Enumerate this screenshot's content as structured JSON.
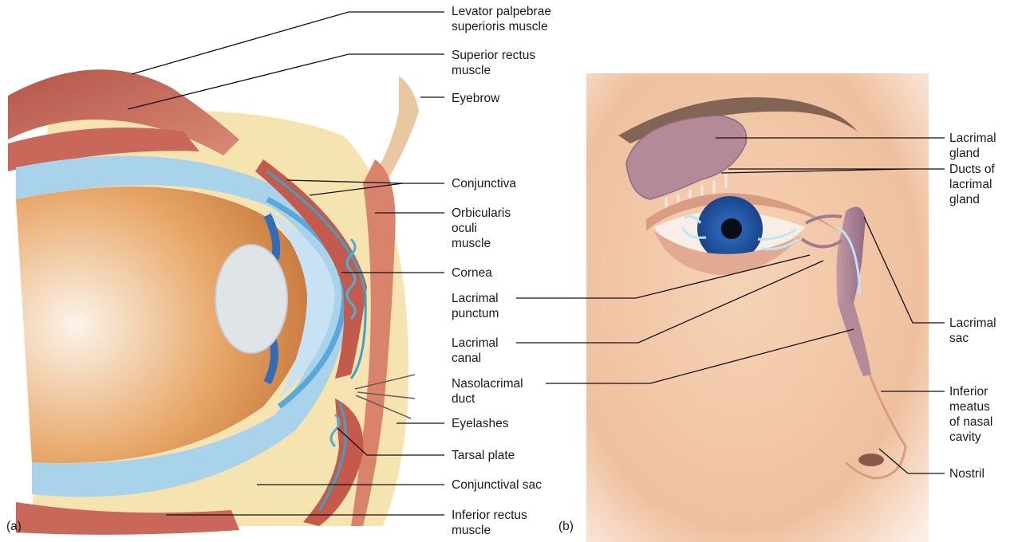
{
  "panels": {
    "a": "(a)",
    "b": "(b)"
  },
  "panel_a_labels": {
    "levator": "Levator palpebrae\nsuperioris muscle",
    "superior_rectus": "Superior rectus\nmuscle",
    "eyebrow": "Eyebrow",
    "conjunctiva": "Conjunctiva",
    "orbicularis": "Orbicularis\noculi\nmuscle",
    "cornea": "Cornea",
    "eyelashes": "Eyelashes",
    "tarsal_plate": "Tarsal plate",
    "conjunctival_sac": "Conjunctival sac",
    "inferior_rectus": "Inferior rectus\nmuscle"
  },
  "shared_labels": {
    "lacrimal_punctum": "Lacrimal\npunctum",
    "lacrimal_canal": "Lacrimal\ncanal",
    "nasolacrimal_duct": "Nasolacrimal\nduct"
  },
  "panel_b_labels": {
    "lacrimal_gland": "Lacrimal\ngland",
    "ducts": "Ducts of\nlacrimal\ngland",
    "lacrimal_sac": "Lacrimal\nsac",
    "inferior_meatus": "Inferior\nmeatus\nof nasal\ncavity",
    "nostril": "Nostril"
  },
  "colors": {
    "muscle": "#c8675a",
    "fat": "#f3dfa2",
    "sclera": "#a9d3ea",
    "iris_blue": "#2f6db8",
    "skin": "#f2c9a8",
    "tear_arrow": "#bfe4f5",
    "leader": "#111111"
  }
}
